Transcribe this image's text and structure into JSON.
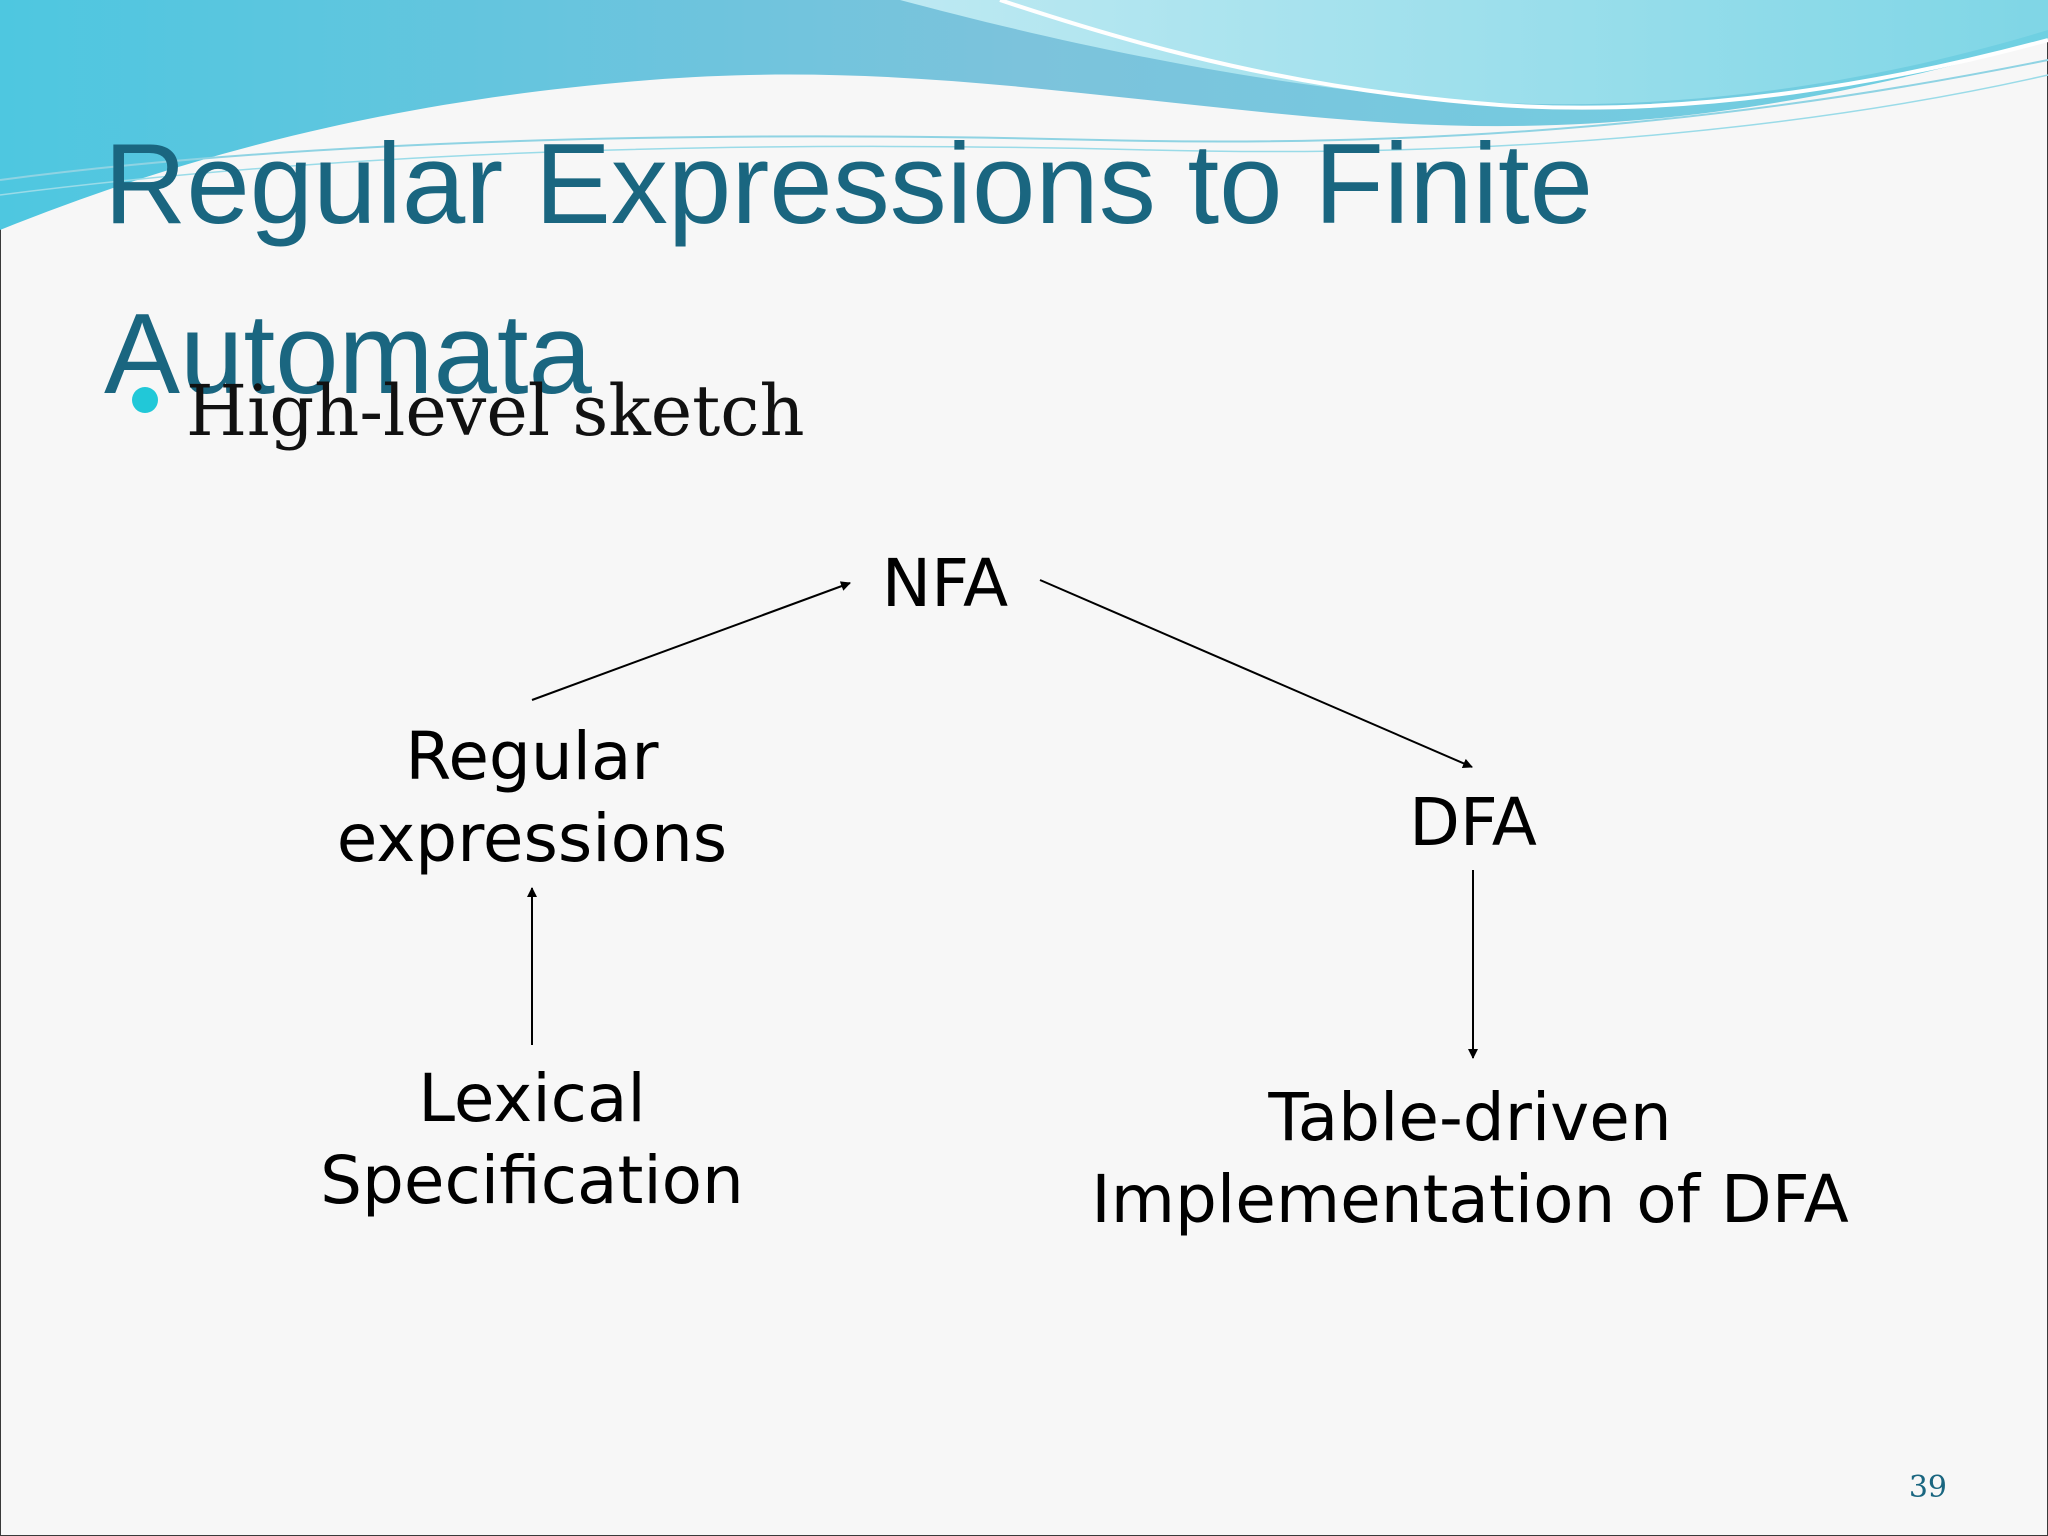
{
  "slide": {
    "title": "Regular Expressions to Finite Automata",
    "bullet": "High-level sketch",
    "page_number": "39"
  },
  "diagram": {
    "nodes": {
      "nfa": [
        "NFA"
      ],
      "regex": [
        "Regular",
        "expressions"
      ],
      "dfa": [
        "DFA"
      ],
      "lexical": [
        "Lexical",
        "Specification"
      ],
      "table": [
        "Table-driven",
        "Implementation of DFA"
      ]
    },
    "edges": [
      {
        "from": "lexical",
        "to": "regex"
      },
      {
        "from": "regex",
        "to": "nfa"
      },
      {
        "from": "nfa",
        "to": "dfa"
      },
      {
        "from": "dfa",
        "to": "table"
      }
    ]
  },
  "colors": {
    "title": "#1a6680",
    "bullet": "#21c8d8",
    "wave_dark": "#5bb8d6",
    "wave_light": "#a8e2ee"
  }
}
